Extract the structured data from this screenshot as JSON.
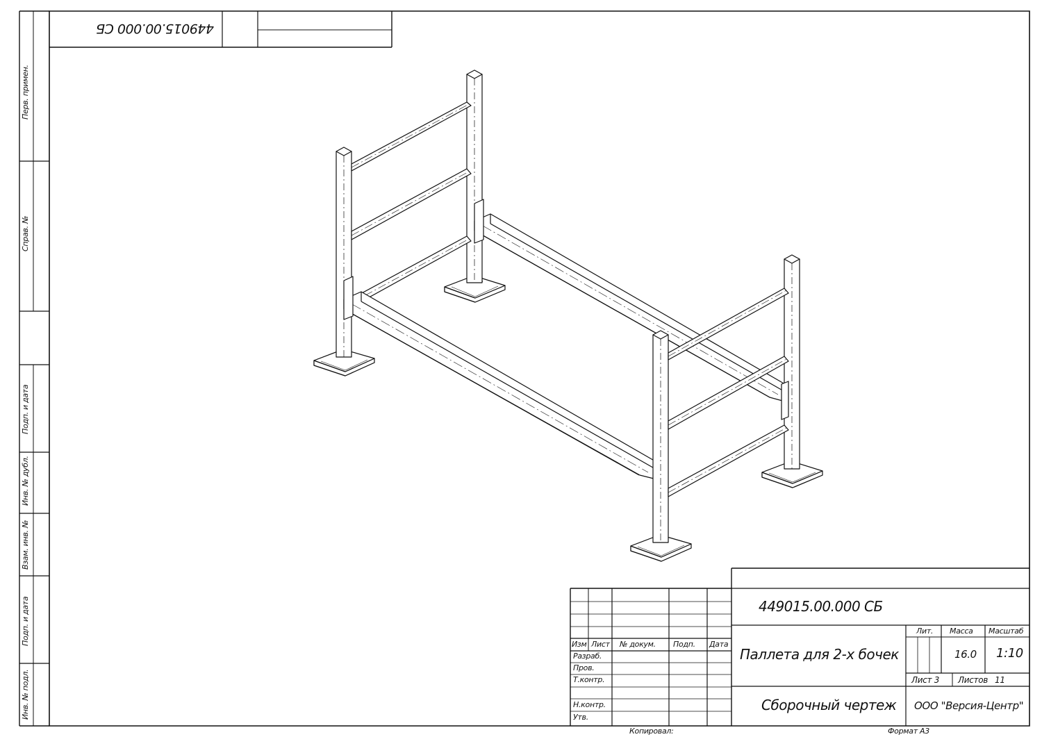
{
  "drawing": {
    "designation": "449015.00.000 СБ",
    "designation_rotated": "449015.00.000 СБ",
    "title": "Паллета для 2-х бочек",
    "document_type": "Сборочный чертеж",
    "organization": "ООО \"Версия-Центр\"",
    "mass": "16.0",
    "scale": "1:10",
    "sheet": "Лист 3",
    "sheets_total_label": "Листов",
    "sheets_total": "11",
    "format": "Формат А3",
    "copied_by": "Копировал:"
  },
  "title_block_headers": {
    "izm": "Изм",
    "list": "Лист",
    "doc_no": "№ докум.",
    "sign": "Подп.",
    "date": "Дата",
    "lit": "Лит.",
    "massa": "Масса",
    "masshtab": "Масштаб"
  },
  "title_block_roles": {
    "razrab": "Разраб.",
    "prov": "Пров.",
    "tkontr": "Т.контр.",
    "nkontr": "Н.контр.",
    "utv": "Утв."
  },
  "side_stamp": {
    "perv_primen": "Перв. примен.",
    "sprav_no": "Справ. №",
    "podp_data_1": "Подп. и дата",
    "inv_dubl": "Инв. № дубл.",
    "vzam_inv": "Взам. инв. №",
    "podp_data_2": "Подп. и дата",
    "inv_podl": "Инв. № подл."
  },
  "colors": {
    "line": "#111111",
    "paper": "#ffffff"
  }
}
